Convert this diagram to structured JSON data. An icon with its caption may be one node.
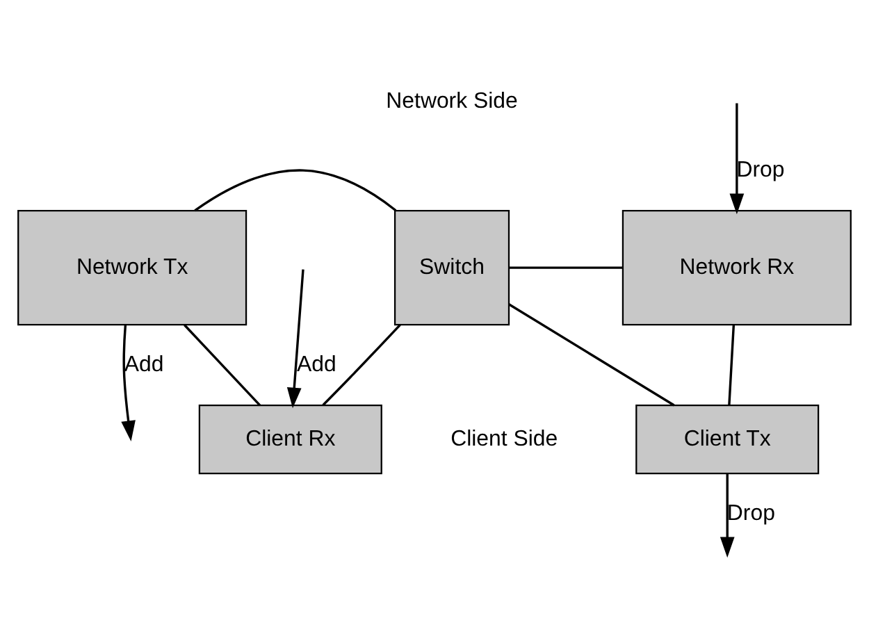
{
  "diagram": {
    "nodes": [
      {
        "text": [
          "Network Rx"
        ]
      },
      {
        "text": [
          "Switch"
        ]
      },
      {
        "text": [
          "Network Tx"
        ]
      },
      {
        "text": [
          "Client Tx"
        ]
      },
      {
        "text": [
          "Client Rx"
        ]
      }
    ],
    "edges": [
      {
        "from": null,
        "to": 0,
        "arrow": "to",
        "label": "Drop"
      },
      {
        "from": 2,
        "to": null,
        "arrow": "to",
        "label": "Add"
      },
      {
        "from": 0,
        "to": 1,
        "arrow": "none"
      },
      {
        "from": 1,
        "to": 2,
        "arrow": "none"
      },
      {
        "from": 0,
        "to": 3,
        "arrow": "none"
      },
      {
        "from": 2,
        "to": 4,
        "arrow": "none"
      },
      {
        "from": 3,
        "to": 1,
        "arrow": "none"
      },
      {
        "from": 1,
        "to": 4,
        "arrow": "none"
      },
      {
        "from": 3,
        "to": null,
        "arrow": "to",
        "label": "Drop"
      },
      {
        "from": null,
        "to": 4,
        "arrow": "to",
        "label": "Add"
      }
    ],
    "labels": [
      "Network Side",
      "Client Side"
    ]
  }
}
